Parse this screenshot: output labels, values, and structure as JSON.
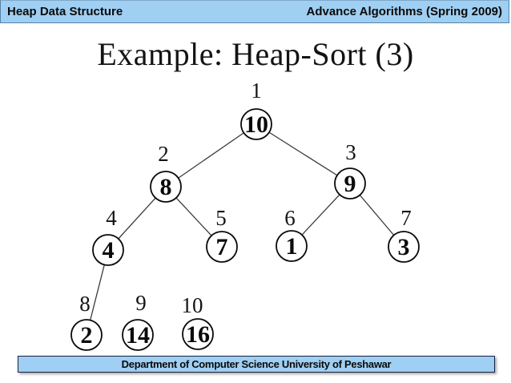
{
  "header": {
    "left": "Heap Data Structure",
    "right": "Advance Algorithms (Spring 2009)"
  },
  "title": "Example: Heap-Sort (3)",
  "footer": {
    "text": "Department of Computer Science University of Peshawar"
  },
  "colors": {
    "bar_background": "#9fcff2",
    "bar_border": "#5b7fa3",
    "footer_border": "#16243f",
    "node_stroke": "#0a0a0a",
    "edge_stroke": "#3c3c3c",
    "text": "#0a0a0a"
  },
  "tree": {
    "description": "Binary heap shown during heap-sort step 3; array indices 1-10, nodes 9 and 10 detached from tree",
    "nodes": [
      {
        "index": "1",
        "value": "10"
      },
      {
        "index": "2",
        "value": "8"
      },
      {
        "index": "3",
        "value": "9"
      },
      {
        "index": "4",
        "value": "4"
      },
      {
        "index": "5",
        "value": "7"
      },
      {
        "index": "6",
        "value": "1"
      },
      {
        "index": "7",
        "value": "3"
      },
      {
        "index": "8",
        "value": "2"
      },
      {
        "index": "9",
        "value": "14"
      },
      {
        "index": "10",
        "value": "16"
      }
    ],
    "edges_by_index": [
      [
        1,
        2
      ],
      [
        1,
        3
      ],
      [
        2,
        4
      ],
      [
        2,
        5
      ],
      [
        3,
        6
      ],
      [
        3,
        7
      ],
      [
        4,
        8
      ]
    ]
  }
}
